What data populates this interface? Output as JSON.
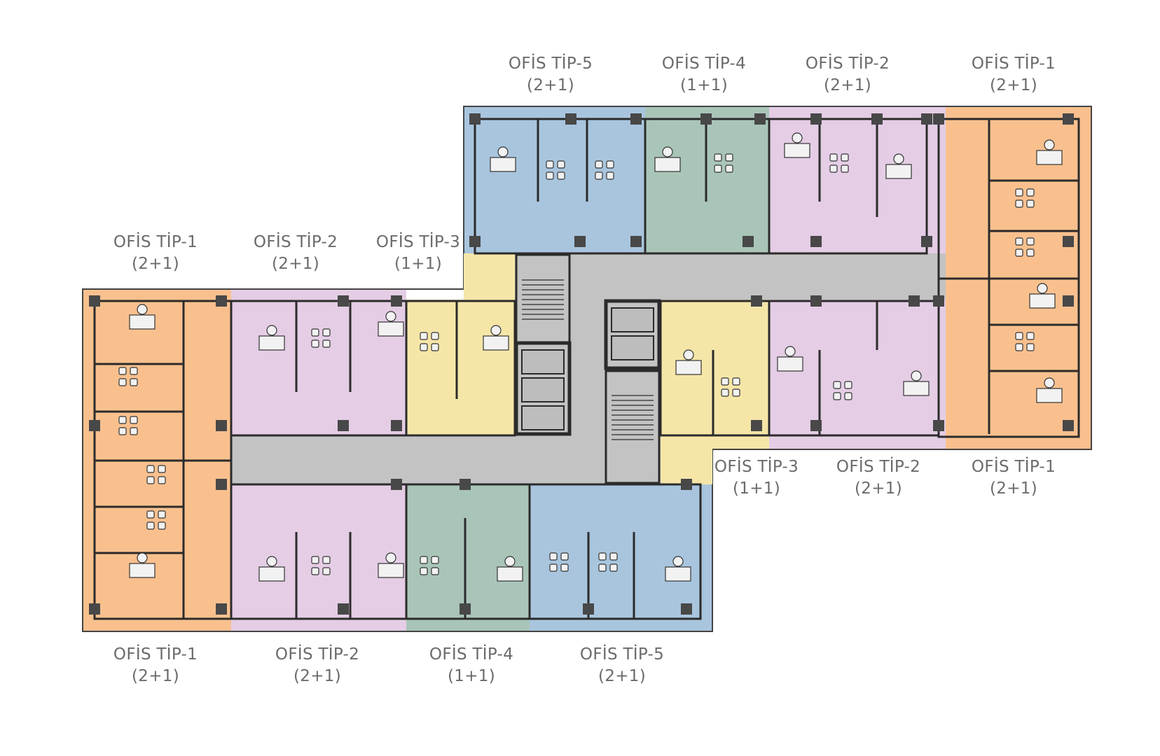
{
  "colors": {
    "tip1": "#f9c08e",
    "tip2": "#e4cde5",
    "tip3": "#f5e6a8",
    "tip4": "#a9c5b8",
    "tip5": "#a9c5de",
    "corridor": "#c3c3c3",
    "wall": "#2b2b2b",
    "column": "#484848",
    "label": "#6b6b6b"
  },
  "labels": [
    {
      "id": "top-tip5",
      "name": "OFİS TİP-5",
      "size": "(2+1)"
    },
    {
      "id": "top-tip4",
      "name": "OFİS TİP-4",
      "size": "(1+1)"
    },
    {
      "id": "top-tip2",
      "name": "OFİS TİP-2",
      "size": "(2+1)"
    },
    {
      "id": "top-tip1",
      "name": "OFİS TİP-1",
      "size": "(2+1)"
    },
    {
      "id": "left-tip1",
      "name": "OFİS TİP-1",
      "size": "(2+1)"
    },
    {
      "id": "left-tip2",
      "name": "OFİS TİP-2",
      "size": "(2+1)"
    },
    {
      "id": "left-tip3",
      "name": "OFİS TİP-3",
      "size": "(1+1)"
    },
    {
      "id": "mid-tip3",
      "name": "OFİS TİP-3",
      "size": "(1+1)"
    },
    {
      "id": "mid-tip2",
      "name": "OFİS TİP-2",
      "size": "(2+1)"
    },
    {
      "id": "mid-tip1",
      "name": "OFİS TİP-1",
      "size": "(2+1)"
    },
    {
      "id": "bot-tip1",
      "name": "OFİS TİP-1",
      "size": "(2+1)"
    },
    {
      "id": "bot-tip2",
      "name": "OFİS TİP-2",
      "size": "(2+1)"
    },
    {
      "id": "bot-tip4",
      "name": "OFİS TİP-4",
      "size": "(1+1)"
    },
    {
      "id": "bot-tip5",
      "name": "OFİS TİP-5",
      "size": "(2+1)"
    }
  ]
}
